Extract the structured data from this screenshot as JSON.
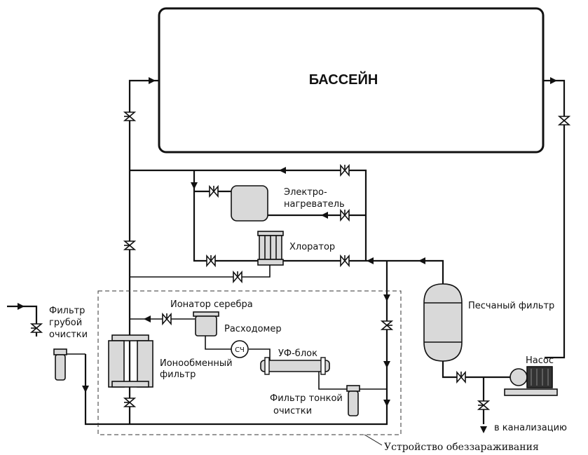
{
  "pool": {
    "label": "БАССЕЙН"
  },
  "labels": {
    "heater_1": "Электро-",
    "heater_2": "нагреватель",
    "chlorinator": "Хлоратор",
    "silver_ionizer": "Ионатор серебра",
    "flow_meter": "Расходомер",
    "meter_code": "СЧ",
    "uv_block": "УФ-блок",
    "ion_exchange_1": "Ионообменный",
    "ion_exchange_2": "фильтр",
    "fine_filter_1": "Фильтр тонкой",
    "fine_filter_2": "очистки",
    "coarse_filter_1": "Фильтр",
    "coarse_filter_2": "грубой",
    "coarse_filter_3": "очистки",
    "sand_filter": "Песчаный фильтр",
    "pump": "Насос",
    "drain": "в канализацию",
    "disinfection_device": "Устройство обеззараживания"
  },
  "colors": {
    "line": "#111111",
    "equipment_fill": "#d9d9d9",
    "background": "#ffffff"
  }
}
